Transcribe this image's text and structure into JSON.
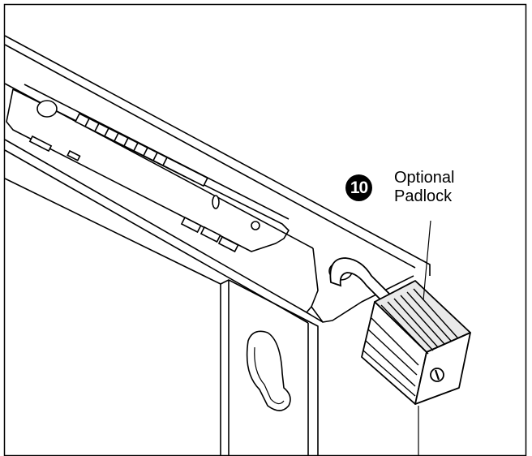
{
  "callout": {
    "number": "10",
    "line1": "Optional",
    "line2": "Padlock"
  },
  "colors": {
    "ink": "#000000",
    "paper": "#ffffff",
    "shade": "#e9e9e9"
  }
}
